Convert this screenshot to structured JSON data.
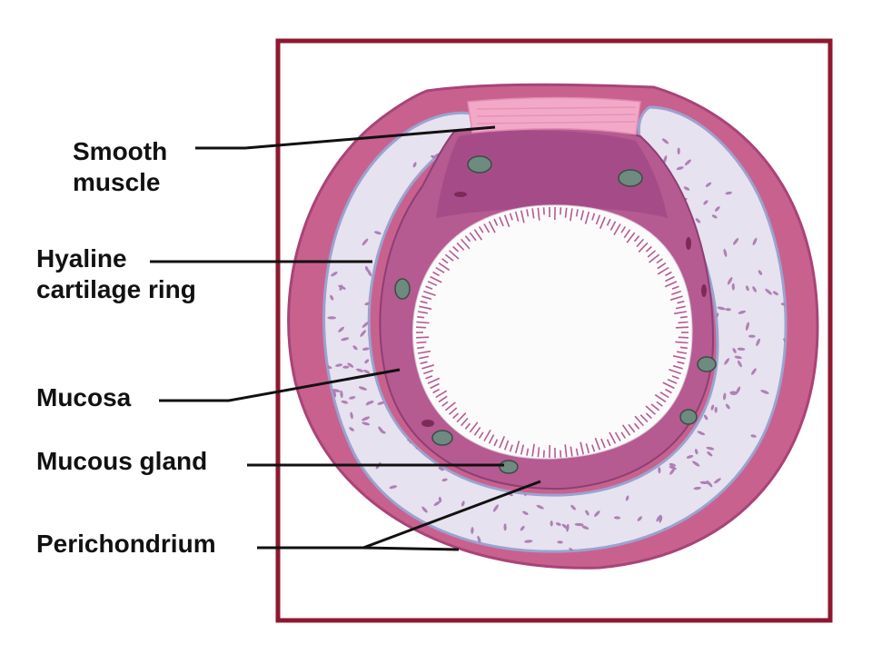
{
  "labels": {
    "smooth_muscle": [
      "Smooth",
      "muscle"
    ],
    "hyaline_cartilage": [
      "Hyaline",
      "cartilage ring"
    ],
    "mucosa": "Mucosa",
    "mucous_gland": "Mucous gland",
    "perichondrium": "Perichondrium"
  },
  "colors": {
    "frame": "#8e1830",
    "outer_tissue": "#c9618f",
    "cartilage": "#e6e2ef",
    "cartilage_edge": "#9aa3cf",
    "chondrocyte": "#b07fb6",
    "mucosa": "#b65a92",
    "smooth_muscle": "#f2a9c8",
    "gland": "#6f8a80",
    "lumen": "#fbfbfb",
    "leader_line": "#111111"
  }
}
